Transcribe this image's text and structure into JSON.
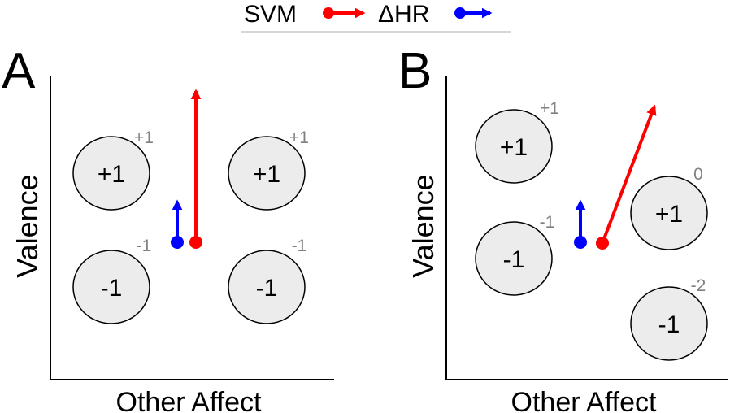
{
  "legend": {
    "svm_label": "SVM",
    "hr_label": "ΔHR",
    "svm_color": "#ff0000",
    "hr_color": "#0000ff"
  },
  "panels": [
    {
      "letter": "A",
      "y_label": "Valence",
      "x_label": "Other Affect",
      "circles": [
        {
          "value": "+1",
          "score": "+1"
        },
        {
          "value": "+1",
          "score": "+1"
        },
        {
          "value": "-1",
          "score": "-1"
        },
        {
          "value": "-1",
          "score": "-1"
        }
      ]
    },
    {
      "letter": "B",
      "y_label": "Valence",
      "x_label": "Other Affect",
      "circles": [
        {
          "value": "+1",
          "score": "+1"
        },
        {
          "value": "-1",
          "score": "-1"
        },
        {
          "value": "+1",
          "score": "0"
        },
        {
          "value": "-1",
          "score": "-2"
        }
      ]
    }
  ],
  "colors": {
    "circle_fill": "#ececec",
    "circle_stroke": "#000000",
    "score_text": "#808080",
    "axis": "#000000"
  }
}
